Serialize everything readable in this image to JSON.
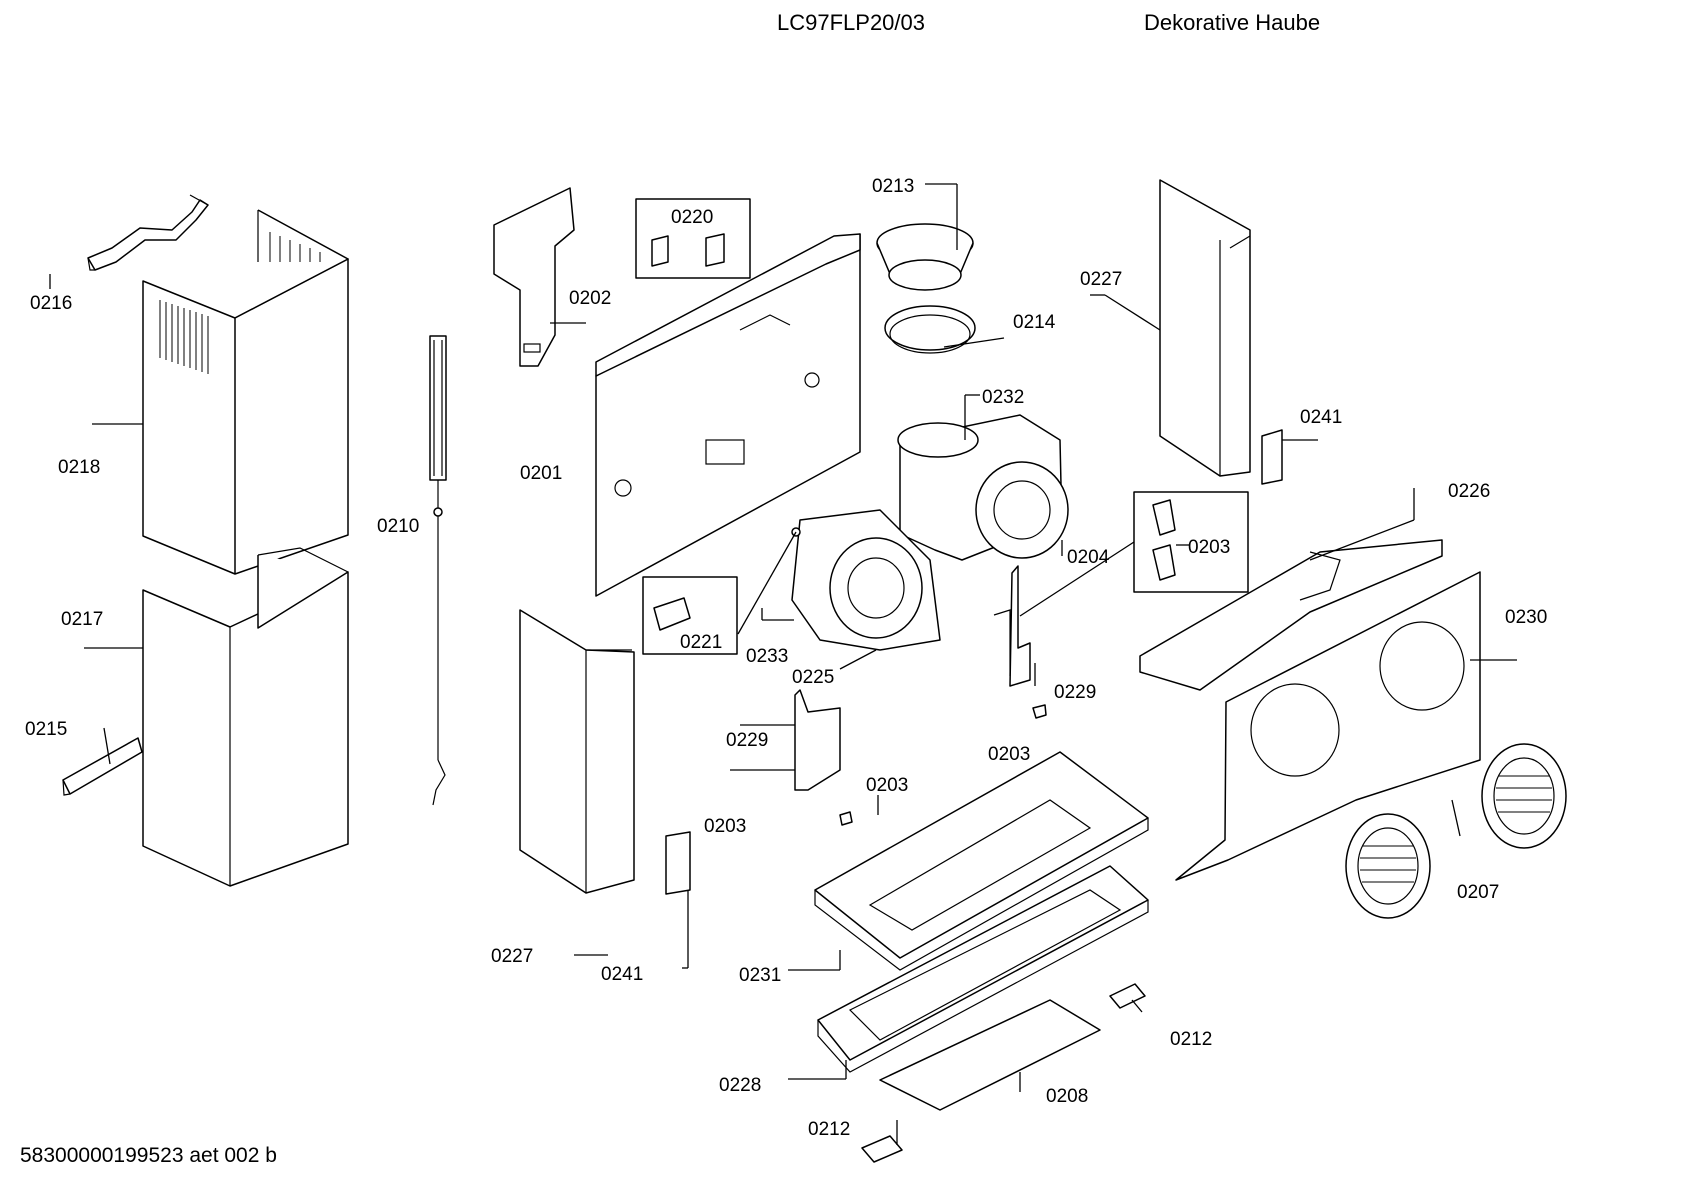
{
  "header": {
    "model": "LC97FLP20/03",
    "description": "Dekorative Haube"
  },
  "footer": {
    "document_id": "58300000199523 aet 002 b"
  },
  "callouts": [
    "0216",
    "0218",
    "0217",
    "0215",
    "0210",
    "0202",
    "0201",
    "0220",
    "0213",
    "0214",
    "0232",
    "0227",
    "0241",
    "0226",
    "0203",
    "0204",
    "0230",
    "0221",
    "0233",
    "0225",
    "0229",
    "0229",
    "0203",
    "0203",
    "0203",
    "0207",
    "0227",
    "0241",
    "0231",
    "0212",
    "0228",
    "0208",
    "0212"
  ]
}
